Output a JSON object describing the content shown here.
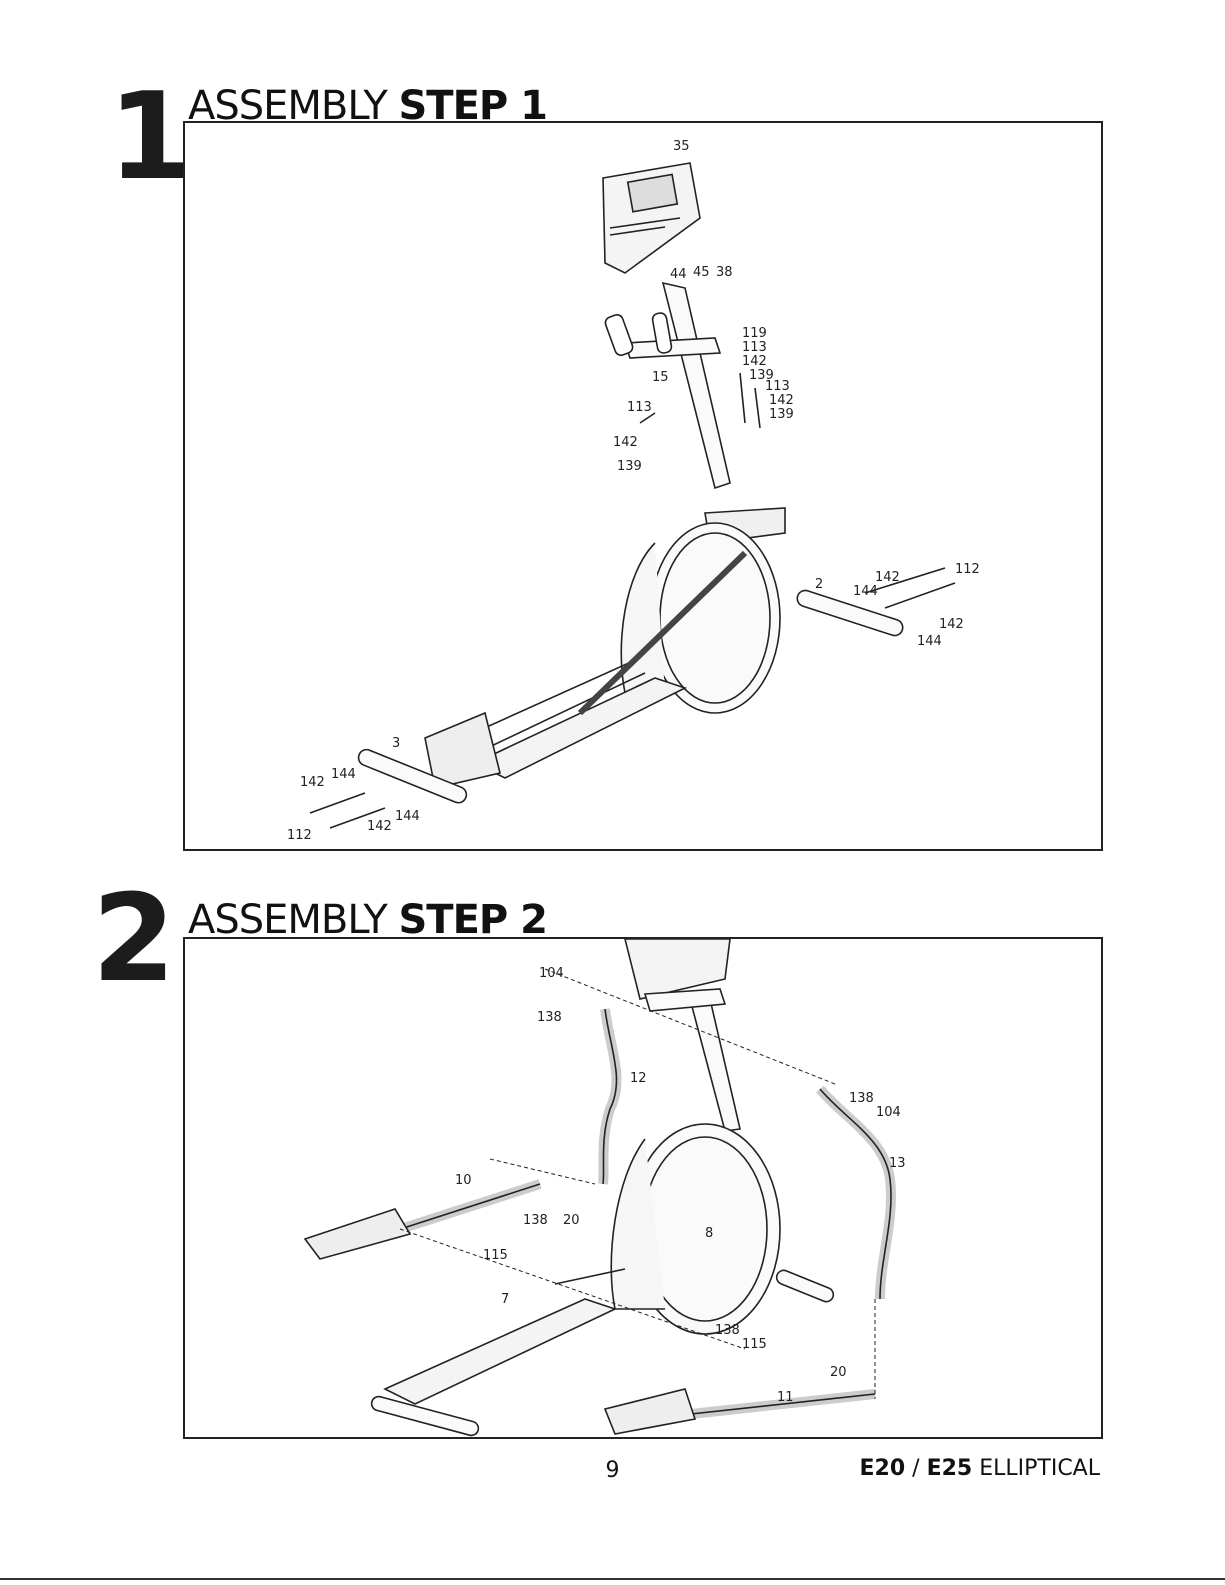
{
  "steps": [
    {
      "number": "1",
      "title_light": "ASSEMBLY",
      "title_bold": "STEP 1",
      "callouts": [
        "35",
        "44",
        "45",
        "38",
        "119",
        "113",
        "142",
        "139",
        "113",
        "142",
        "139",
        "15",
        "113",
        "142",
        "139",
        "142",
        "112",
        "2",
        "144",
        "142",
        "144",
        "3",
        "142",
        "144",
        "112",
        "142",
        "144"
      ]
    },
    {
      "number": "2",
      "title_light": "ASSEMBLY",
      "title_bold": "STEP 2",
      "callouts": [
        "104",
        "138",
        "12",
        "138",
        "104",
        "13",
        "10",
        "138",
        "20",
        "115",
        "8",
        "7",
        "138",
        "115",
        "20",
        "11"
      ]
    }
  ],
  "footer": {
    "page_number": "9",
    "model_bold_1": "E20",
    "model_sep": " / ",
    "model_bold_2": "E25",
    "model_rest": " ELLIPTICAL"
  }
}
